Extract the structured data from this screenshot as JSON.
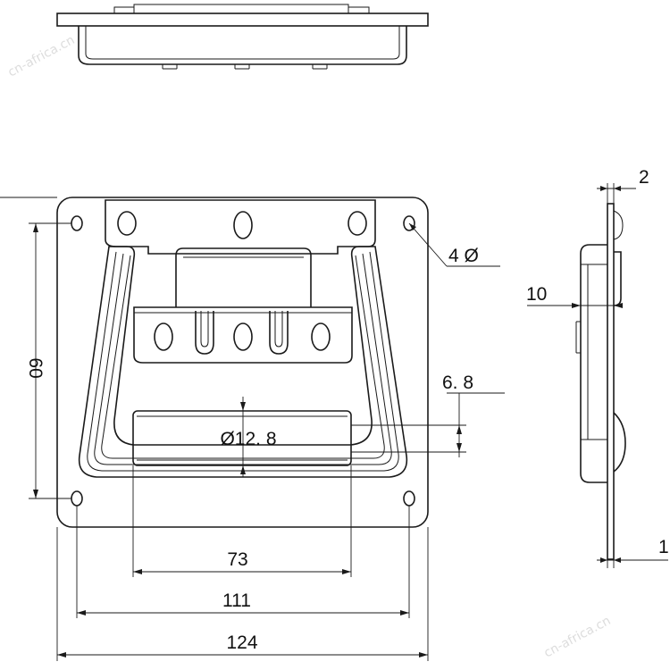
{
  "watermark": "cn-africa.cn",
  "front_view": {
    "overall_width": "124",
    "hole_spacing_width": "111",
    "handle_grip_width": "73",
    "hole_spacing_height": "60",
    "mount_hole_diameter": "4 Ø",
    "grip_diameter": "Ø12. 8",
    "grip_offset": "6. 8"
  },
  "side_view": {
    "top_thickness": "2",
    "depth": "10",
    "plate_thickness": "1"
  },
  "colors": {
    "line": "#1a1a1a",
    "background": "#ffffff",
    "watermark": "#dddddd"
  }
}
